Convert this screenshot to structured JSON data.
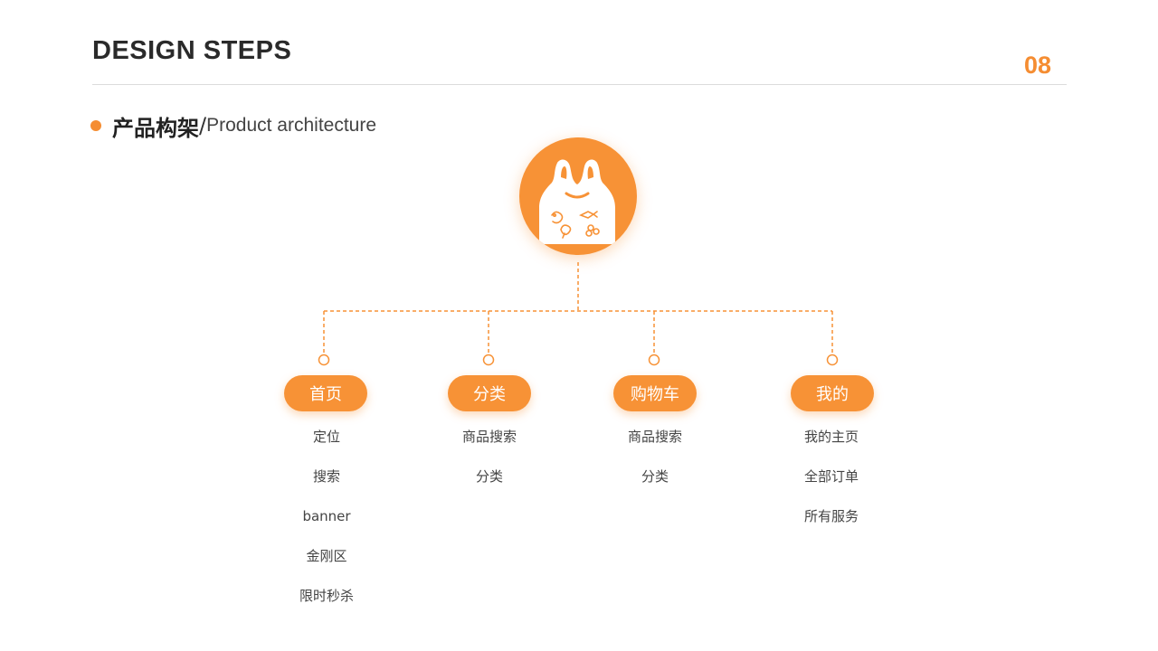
{
  "header": {
    "title": "DESIGN STEPS",
    "page_number": "08"
  },
  "section": {
    "title_zh": "产品构架",
    "separator": "/",
    "title_en": "Product architecture"
  },
  "diagram": {
    "root_icon": "shopping-bag-icon",
    "branches": [
      {
        "label": "首页",
        "items": [
          "定位",
          "搜索",
          "banner",
          "金刚区",
          "限时秒杀"
        ]
      },
      {
        "label": "分类",
        "items": [
          "商品搜索",
          "分类"
        ]
      },
      {
        "label": "购物车",
        "items": [
          "商品搜索",
          "分类"
        ]
      },
      {
        "label": "我的",
        "items": [
          "我的主页",
          "全部订单",
          "所有服务"
        ]
      }
    ]
  },
  "colors": {
    "accent": "#f79236",
    "title_text": "#2a2a2a",
    "body_text": "#444444",
    "rule": "#dcdcdc"
  }
}
